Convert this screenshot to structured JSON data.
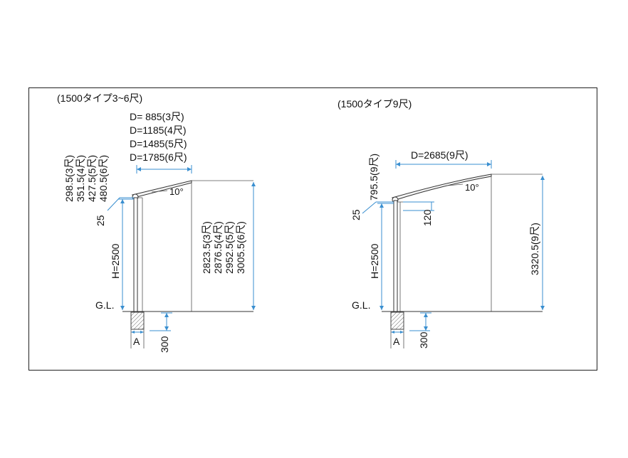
{
  "left": {
    "title": "(1500タイプ3~6尺)",
    "d_labels": [
      "D=  885(3尺)",
      "D=1185(4尺)",
      "D=1485(5尺)",
      "D=1785(6尺)"
    ],
    "roof_offsets": [
      "298.5(3尺)",
      "351.5(4尺)",
      "427.5(5尺)",
      "480.5(6尺)"
    ],
    "angle": "10°",
    "beam": "25",
    "height": "H=2500",
    "ground": "G.L.",
    "foundation": "A",
    "embed": "300",
    "total_heights": [
      "2823.5(3尺)",
      "2876.5(4尺)",
      "2952.5(5尺)",
      "3005.5(6尺)"
    ]
  },
  "right": {
    "title": "(1500タイプ9尺)",
    "d_label": "D=2685(9尺)",
    "roof_offset": "795.5(9尺)",
    "angle": "10°",
    "beam": "25",
    "gap": "120",
    "height": "H=2500",
    "ground": "G.L.",
    "foundation": "A",
    "embed": "300",
    "total_height": "3320.5(9尺)"
  }
}
